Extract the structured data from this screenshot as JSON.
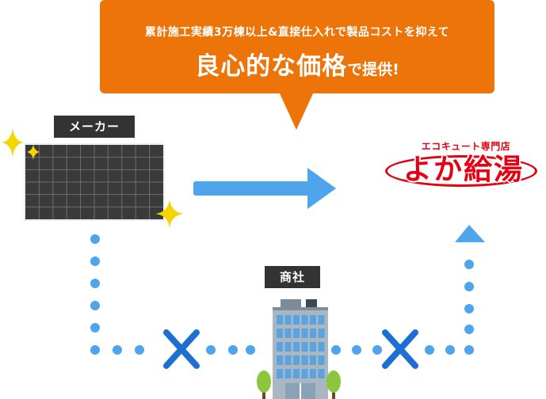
{
  "bubble": {
    "line1": "累計施工実績3万棟以上&直接仕入れで製品コストを抑えて",
    "headline_strong": "良心的な価格",
    "headline_small": "で提供!"
  },
  "maker_label": "メーカー",
  "trading_company_label": "商社",
  "brand": {
    "subtitle": "エコキュート専門店",
    "name": "よか給湯"
  },
  "colors": {
    "orange": "#ec7408",
    "arrow_blue": "#4ea5ec",
    "cross_blue": "#1d6fd2",
    "brand_red": "#e60012",
    "dark_label": "#333333"
  },
  "icons": [
    "sparkle-icon",
    "solar-panel-icon",
    "building-icon",
    "tree-icon",
    "cross-mark-icon",
    "arrow-right-icon",
    "arrow-up-icon"
  ]
}
